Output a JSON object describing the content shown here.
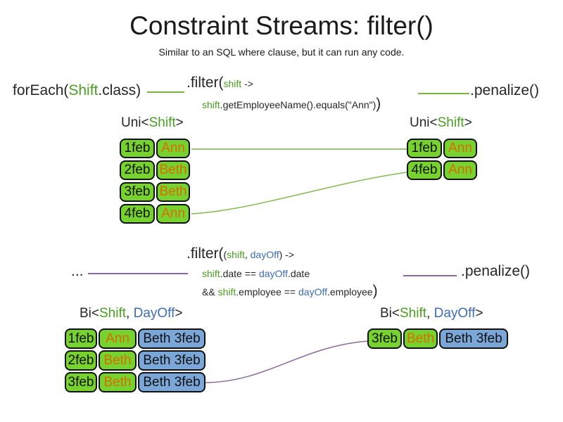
{
  "title": "Constraint Streams: filter()",
  "subtitle": "Similar to an SQL where clause, but it can run any code.",
  "colors": {
    "shift_green": "#4a9e21",
    "dayoff_blue": "#3e6db4",
    "employee_orange": "#d96d00",
    "cell_green": "#77d12e",
    "cell_blue": "#7aa6d8",
    "connector_green": "#9bc47a",
    "connector_purple": "#8a6a9d"
  },
  "top_flow": {
    "source": {
      "pre": "forEach(",
      "type": "Shift",
      "post": ".class)"
    },
    "filter": {
      "fn": ".filter(",
      "lambda_param": "shift",
      "lambda_arrow": " ->",
      "body_var": "shift",
      "body_rest": ".getEmployeeName().equals(\"Ann\")",
      "close": ")"
    },
    "penalize": ".penalize()"
  },
  "uni_left": {
    "label": {
      "pre": "Uni<",
      "type": "Shift",
      "post": ">"
    },
    "rows": [
      {
        "date": "1feb",
        "name": "Ann"
      },
      {
        "date": "2feb",
        "name": "Beth"
      },
      {
        "date": "3feb",
        "name": "Beth"
      },
      {
        "date": "4feb",
        "name": "Ann"
      }
    ]
  },
  "uni_right": {
    "label": {
      "pre": "Uni<",
      "type": "Shift",
      "post": ">"
    },
    "rows": [
      {
        "date": "1feb",
        "name": "Ann"
      },
      {
        "date": "4feb",
        "name": "Ann"
      }
    ]
  },
  "bottom_flow": {
    "source": "...",
    "filter": {
      "fn": ".filter(",
      "lambda": {
        "open": "(",
        "p1": "shift",
        "comma": ", ",
        "p2": "dayOff",
        "close_arrow": ") ->"
      },
      "line2": {
        "v1": "shift",
        "mid": ".date == ",
        "v2": "dayOff",
        "end": ".date"
      },
      "line3": {
        "pre": "&& ",
        "v1": "shift",
        "mid": ".employee == ",
        "v2": "dayOff",
        "end": ".employee"
      },
      "close": ")"
    },
    "penalize": ".penalize()"
  },
  "bi_left": {
    "label": {
      "pre": "Bi<",
      "type1": "Shift",
      "comma": ", ",
      "type2": "DayOff",
      "post": ">"
    },
    "rows": [
      {
        "date": "1feb",
        "name": "Ann",
        "dayoff": "Beth 3feb"
      },
      {
        "date": "2feb",
        "name": "Beth",
        "dayoff": "Beth 3feb"
      },
      {
        "date": "3feb",
        "name": "Beth",
        "dayoff": "Beth 3feb"
      }
    ]
  },
  "bi_right": {
    "label": {
      "pre": "Bi<",
      "type1": "Shift",
      "comma": ", ",
      "type2": "DayOff",
      "post": ">"
    },
    "rows": [
      {
        "date": "3feb",
        "name": "Beth",
        "dayoff": "Beth 3feb"
      }
    ]
  }
}
